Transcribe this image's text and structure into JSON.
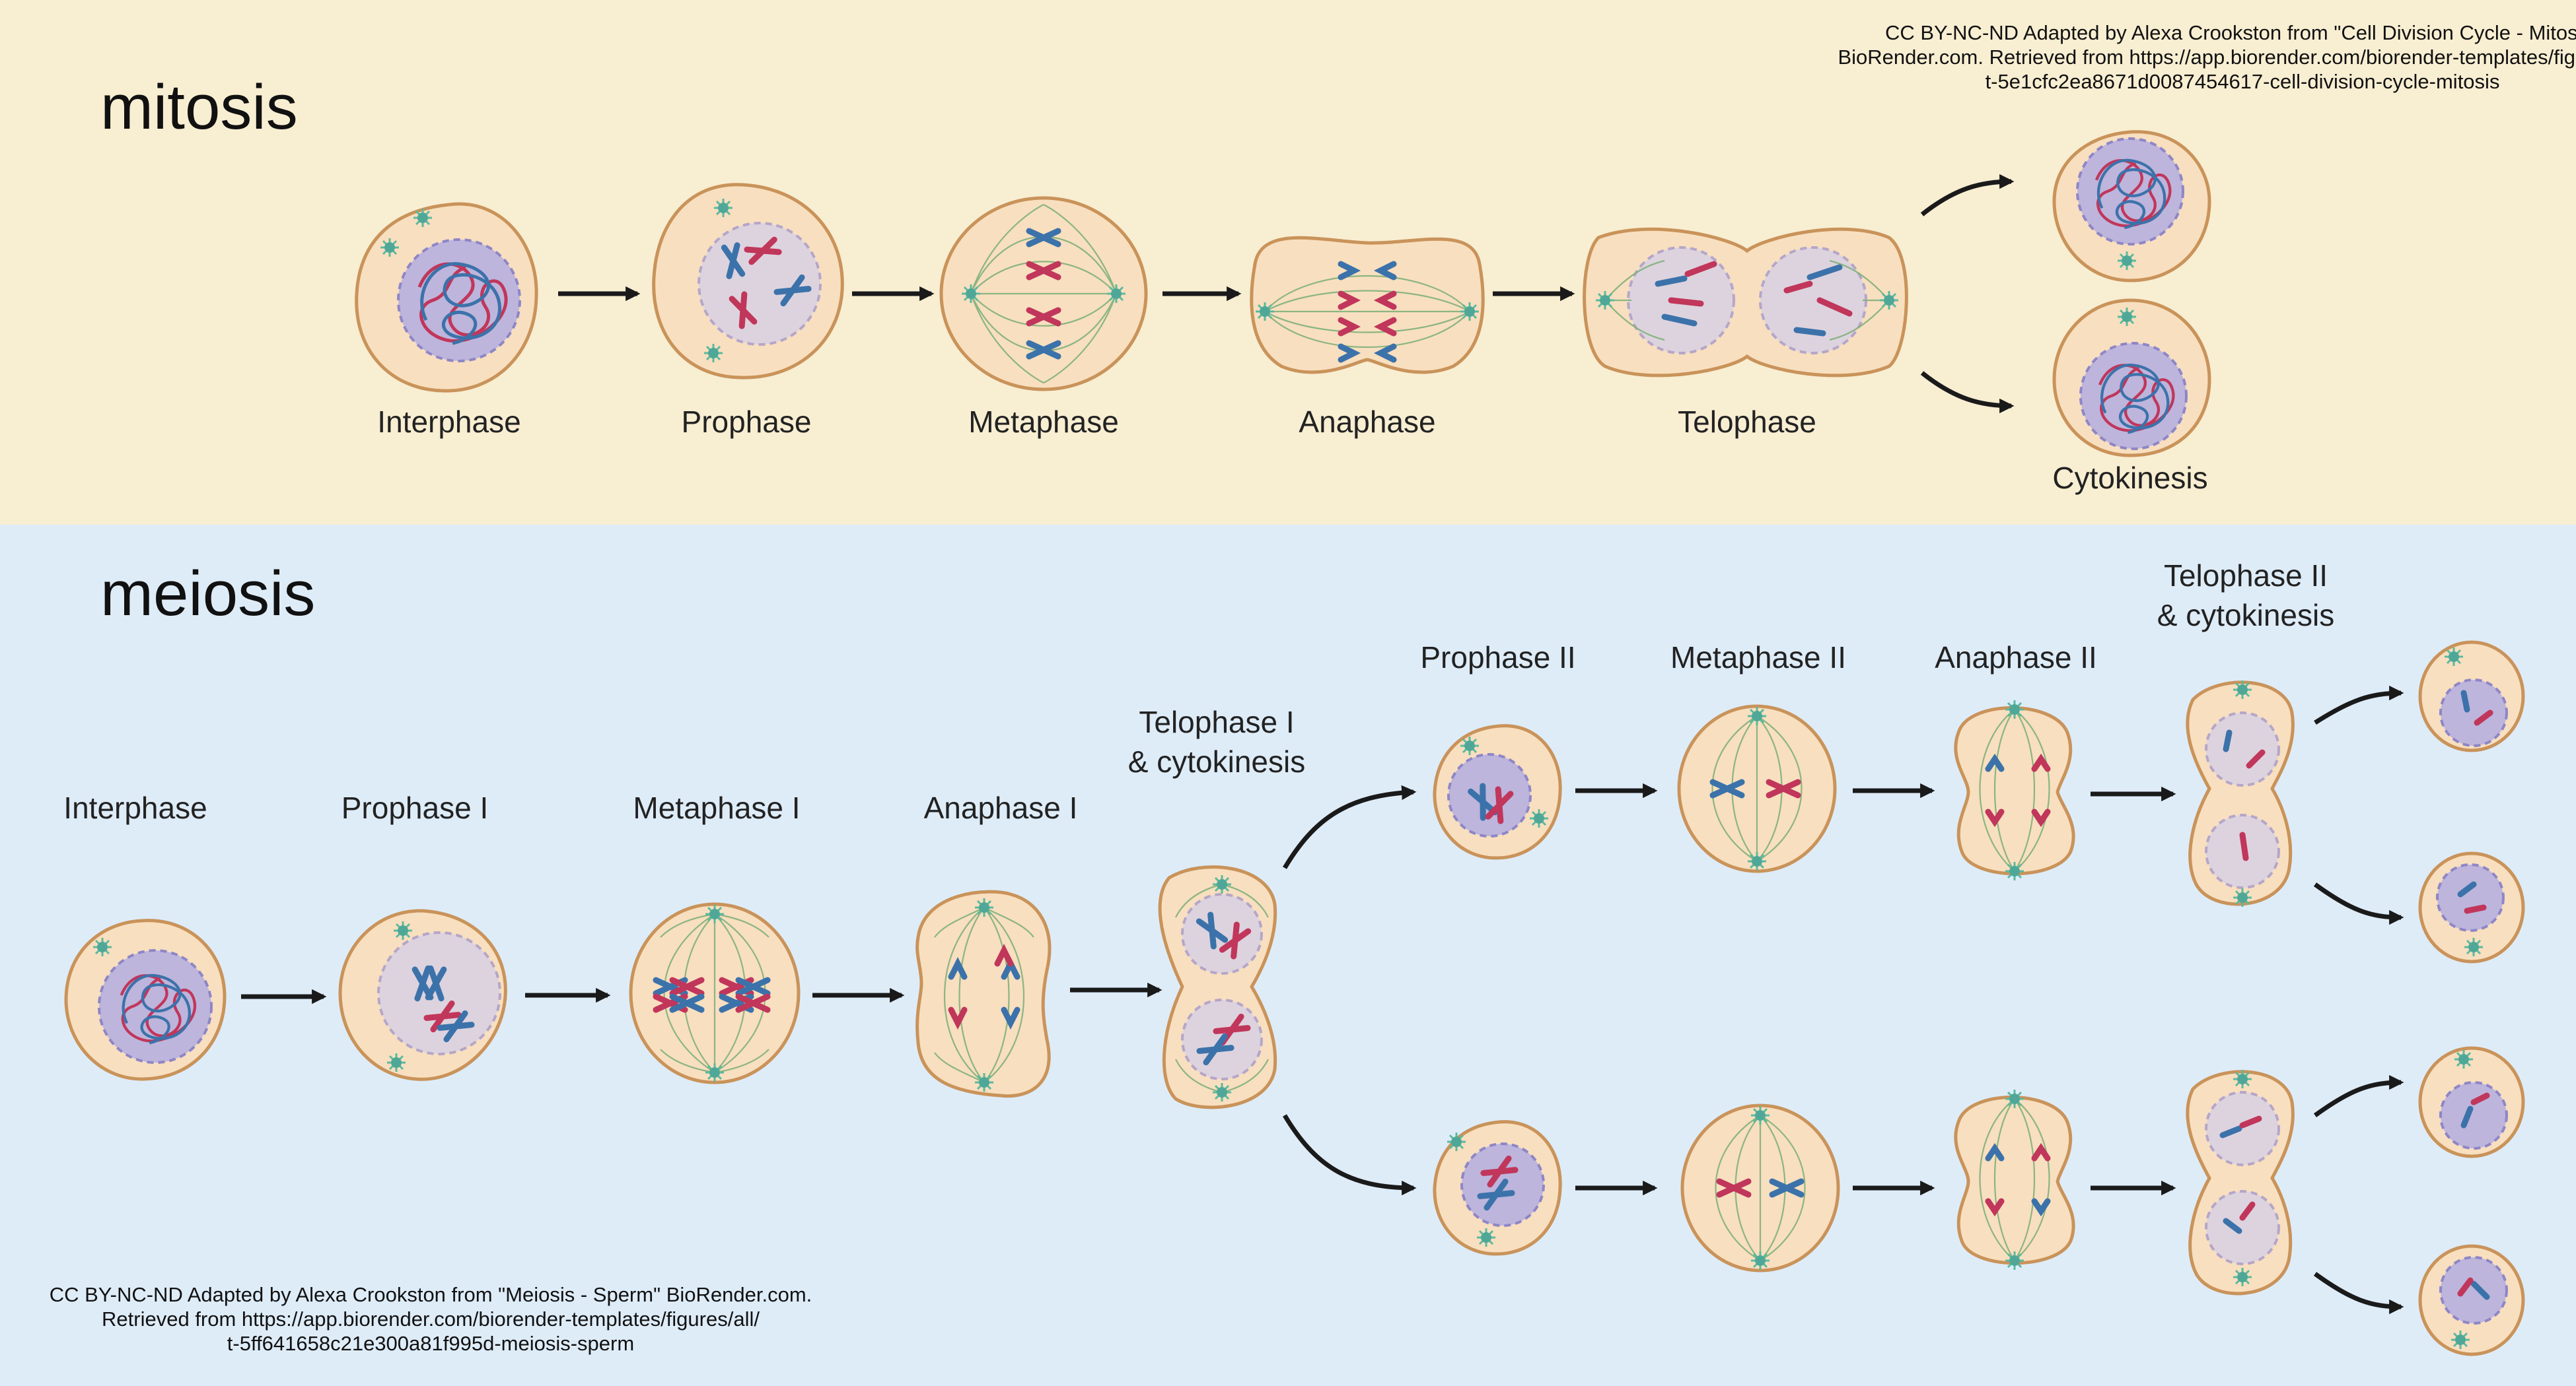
{
  "mitosis": {
    "title": "mitosis",
    "credit": [
      "CC BY-NC-ND Adapted by Alexa Crookston from \"Cell Division Cycle - Mitosis\"",
      "BioRender.com. Retrieved from https://app.biorender.com/biorender-templates/figures/all/",
      "t-5e1cfc2ea8671d0087454617-cell-division-cycle-mitosis"
    ],
    "stages": [
      "Interphase",
      "Prophase",
      "Metaphase",
      "Anaphase",
      "Telophase",
      "Cytokinesis"
    ]
  },
  "meiosis": {
    "title": "meiosis",
    "credit": [
      "CC BY-NC-ND Adapted by Alexa Crookston from \"Meiosis - Sperm\" BioRender.com.",
      "Retrieved from https://app.biorender.com/biorender-templates/figures/all/",
      "t-5ff641658c21e300a81f995d-meiosis-sperm"
    ],
    "stages": [
      "Interphase",
      "Prophase I",
      "Metaphase I",
      "Anaphase I",
      "Telophase I",
      "& cytokinesis",
      "Prophase II",
      "Metaphase II",
      "Anaphase II",
      "Telophase II",
      "& cytokinesis"
    ]
  },
  "colors": {
    "mitosis_band": "#f8eed2",
    "meiosis_band": "#deecf8",
    "cell_fill": "#f8dfbf",
    "cell_border": "#c9935a",
    "chromosome_red": "#c1365b",
    "chromosome_blue": "#3c72aa",
    "spindle": "#7fb07a",
    "centrosome": "#4fa897"
  }
}
